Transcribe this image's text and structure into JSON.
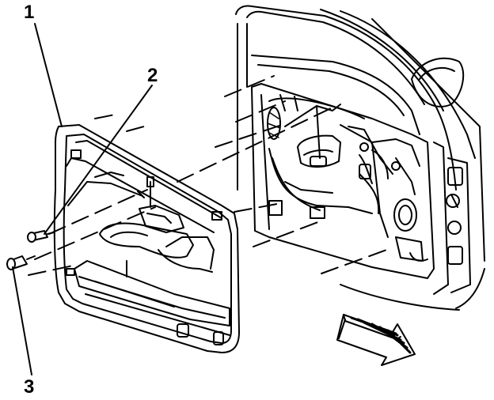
{
  "callouts": {
    "one": "1",
    "two": "2",
    "three": "3"
  },
  "colors": {
    "ink": "#000000",
    "paper": "#ffffff"
  },
  "icons": {
    "direction_arrow": "front-of-vehicle-arrow-icon"
  }
}
